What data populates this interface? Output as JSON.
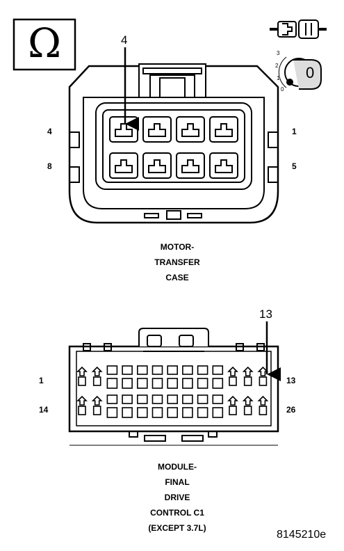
{
  "ohm_symbol": "Ω",
  "key_switch": {
    "positions": [
      "3",
      "2",
      "1",
      "0"
    ],
    "current_position": "0"
  },
  "connector1": {
    "callout": "4",
    "pin_labels": {
      "top_left": "4",
      "top_right": "1",
      "bottom_left": "8",
      "bottom_right": "5"
    },
    "caption": [
      "MOTOR-",
      "TRANSFER",
      "CASE"
    ]
  },
  "connector2": {
    "callout": "13",
    "pin_labels": {
      "top_left": "1",
      "top_right": "13",
      "bottom_left": "14",
      "bottom_right": "26"
    },
    "caption": [
      "MODULE-",
      "FINAL",
      "DRIVE",
      "CONTROL C1",
      "(EXCEPT 3.7L)"
    ]
  },
  "figure_id": "8145210e"
}
